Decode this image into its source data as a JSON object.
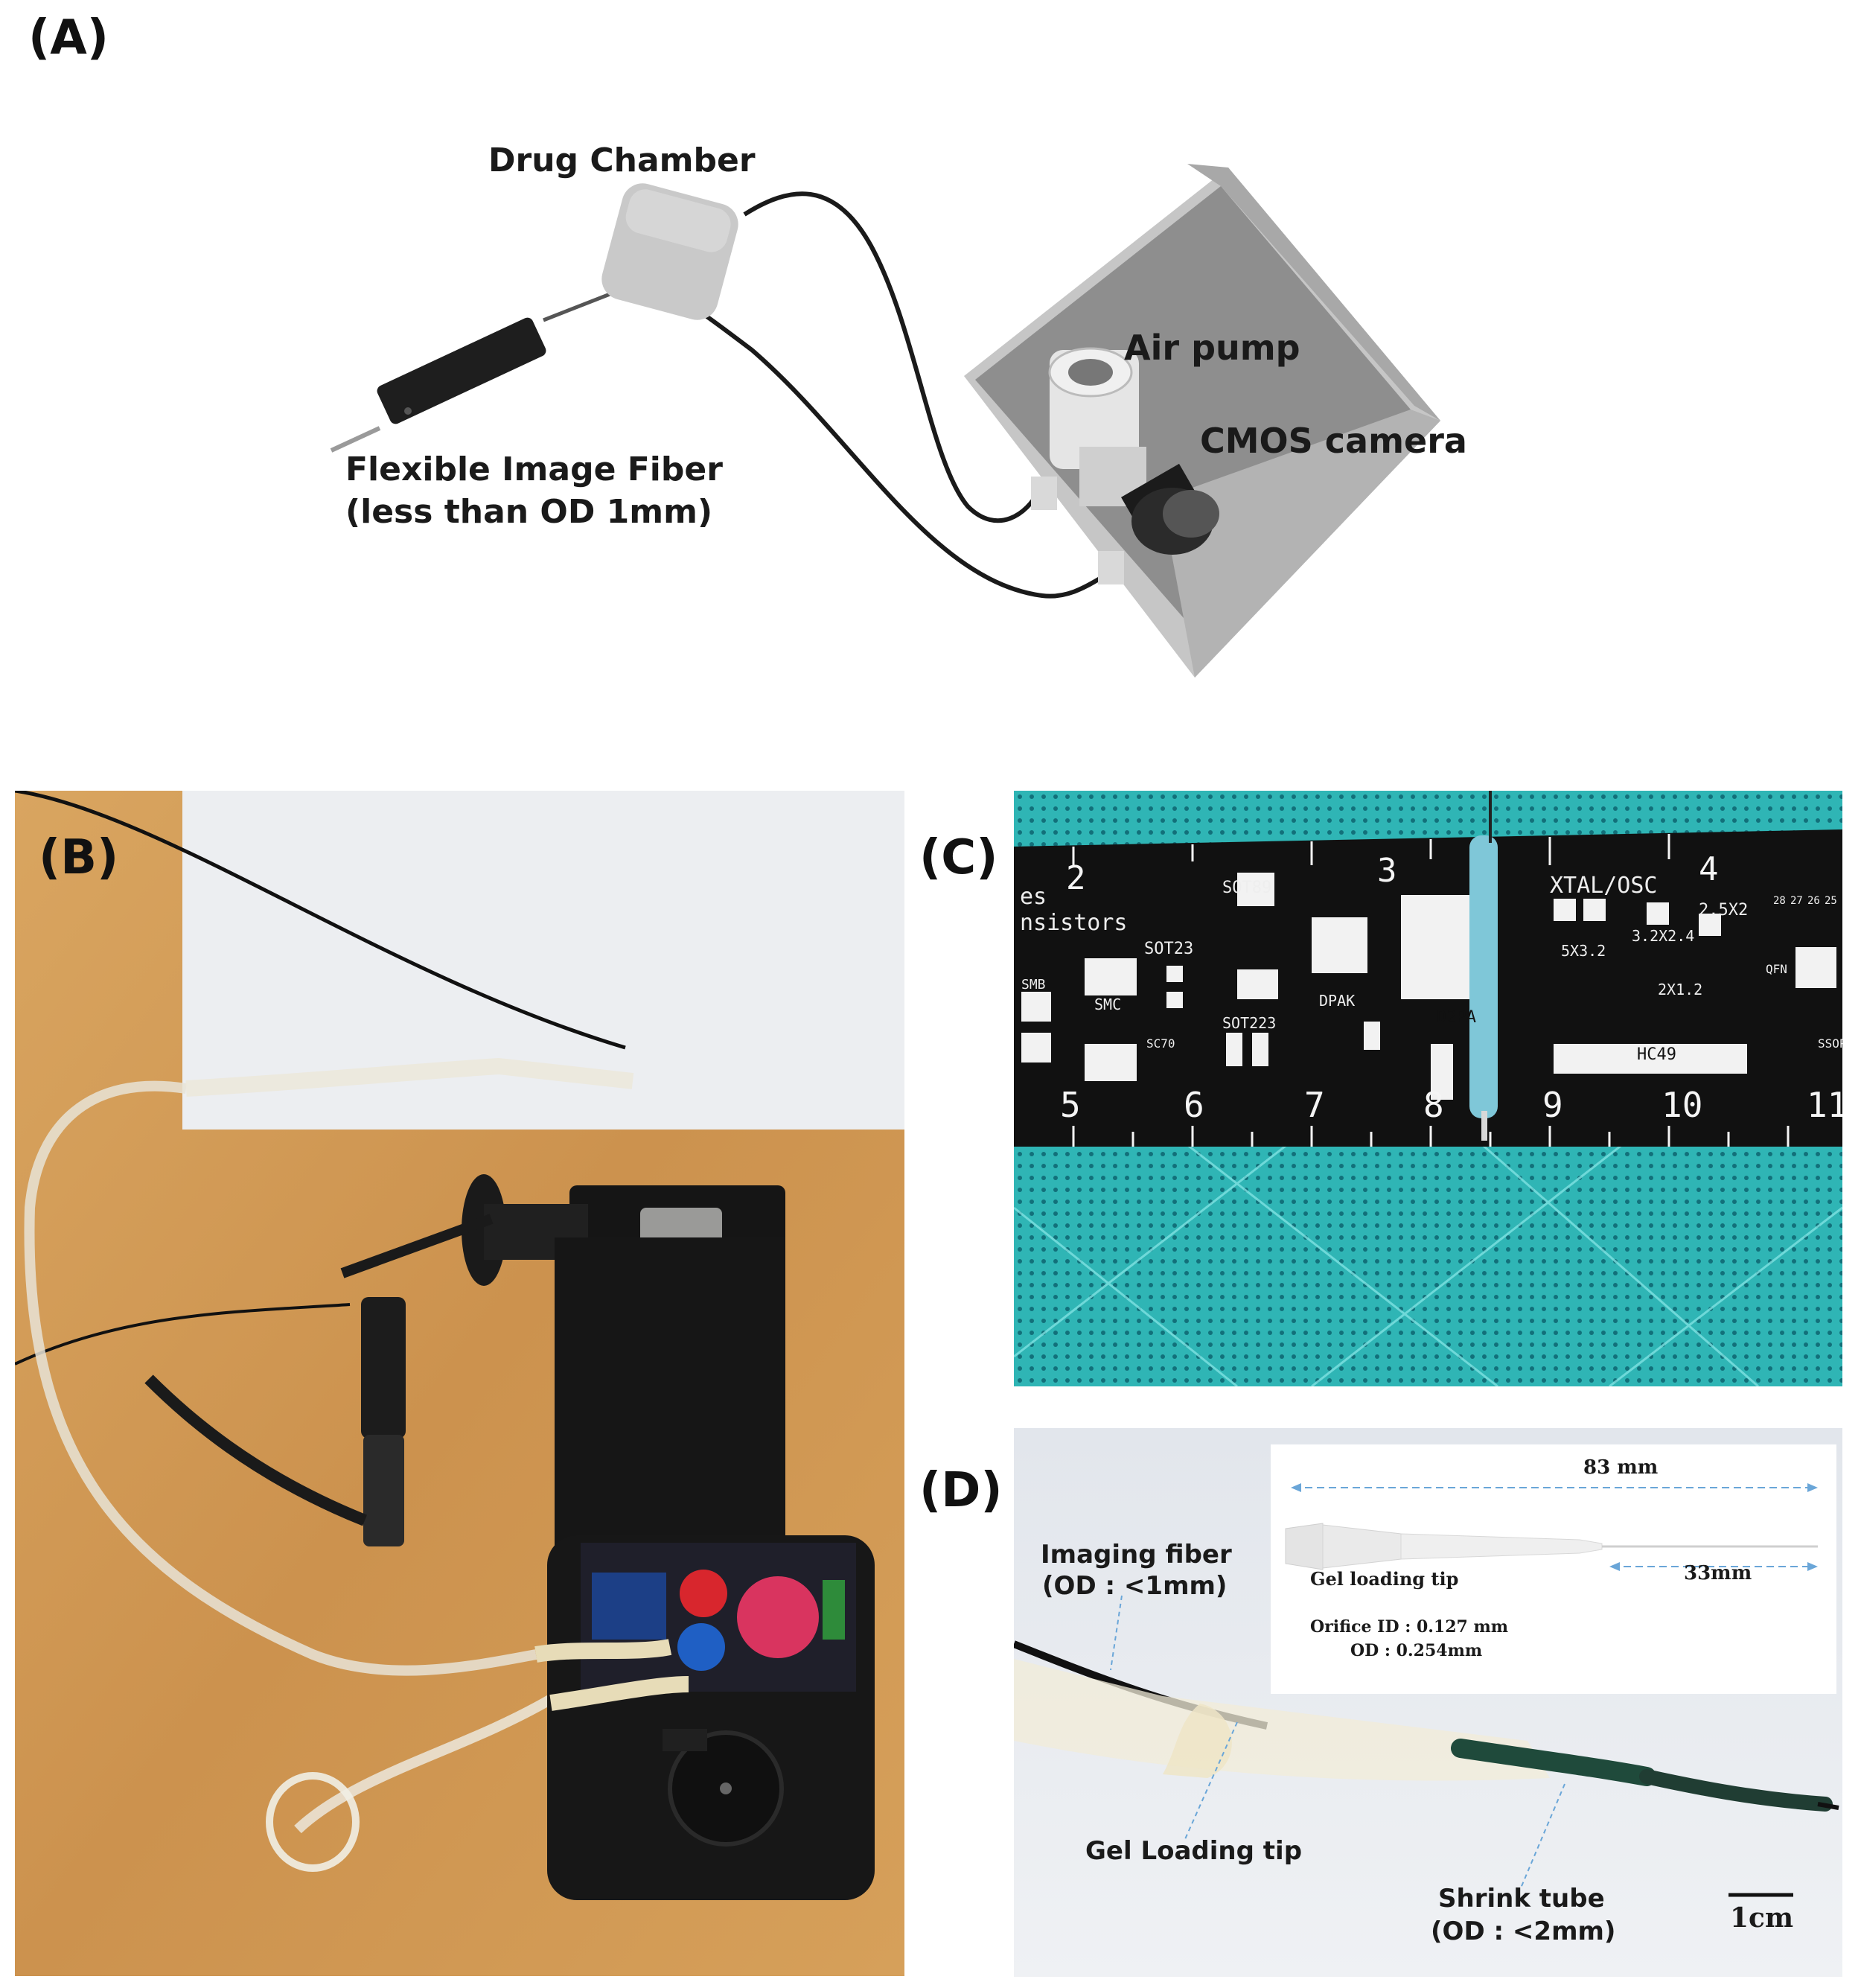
{
  "panels": {
    "a": {
      "label": "(A)",
      "drug_chamber": "Drug Chamber",
      "air_pump": "Air pump",
      "cmos_camera": "CMOS camera",
      "fiber_line1": "Flexible Image Fiber",
      "fiber_line2": "(less than OD 1mm)"
    },
    "b": {
      "label": "(B)"
    },
    "c": {
      "label": "(C)",
      "ruler_numbers_top": [
        "2",
        "3",
        "4"
      ],
      "ruler_numbers_bottom": [
        "5",
        "6",
        "7",
        "8",
        "9",
        "10",
        "11"
      ],
      "ruler_texts": [
        "es",
        "nsistors",
        "SOT89",
        "SOT23",
        "SMB",
        "SMC",
        "SC70",
        "SOT223",
        "DPAK",
        "D2PA",
        "XTAL/OSC",
        "2.5X2",
        "3.2X2.4",
        "5X3.2",
        "2X1.2",
        "HC49",
        "QFN",
        "SSOP",
        "28",
        "27",
        "26",
        "25"
      ]
    },
    "d": {
      "label": "(D)",
      "imaging_fiber_line1": "Imaging fiber",
      "imaging_fiber_line2": "(OD : <1mm)",
      "gel_loading_tip": "Gel Loading tip",
      "shrink_tube_line1": "Shrink tube",
      "shrink_tube_line2": "(OD : <2mm)",
      "scale_bar": "1cm",
      "inset": {
        "length_total": "83 mm",
        "length_tip": "33mm",
        "name": "Gel loading tip",
        "orifice_id": "Orifice ID : 0.127 mm",
        "orifice_od": "OD : 0.254mm"
      }
    }
  },
  "colors": {
    "panel_b_wood": "#d29a55",
    "panel_c_mat": "#2fb8b8",
    "panel_d_bg": "#e6e9ee",
    "cable": "#1a1a1a",
    "pump_red": "#d8262d",
    "pump_blue": "#1f5fc4",
    "knob_pink": "#d9345f"
  }
}
